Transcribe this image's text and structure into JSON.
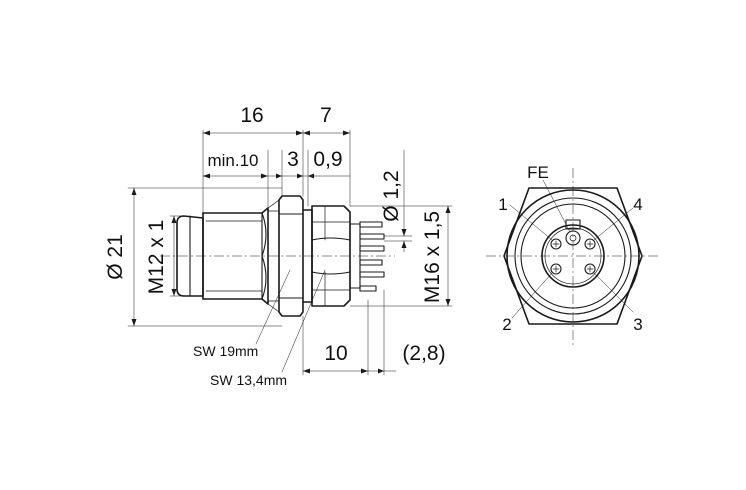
{
  "dimensions": {
    "total_length": "16",
    "front_length": "7",
    "min_length": "min.10",
    "panel_thickness": "3",
    "gap": "0,9",
    "pin_diameter": "Ø 1,2",
    "outer_diameter": "Ø 21",
    "front_thread": "M12 x 1",
    "rear_thread": "M16 x 1,5",
    "rear_length": "10",
    "pin_protrusion": "(2,8)"
  },
  "callouts": {
    "wrench_front": "SW 19mm",
    "wrench_rear": "SW 13,4mm"
  },
  "pins": {
    "fe": "FE",
    "pin1": "1",
    "pin2": "2",
    "pin3": "3",
    "pin4": "4"
  }
}
